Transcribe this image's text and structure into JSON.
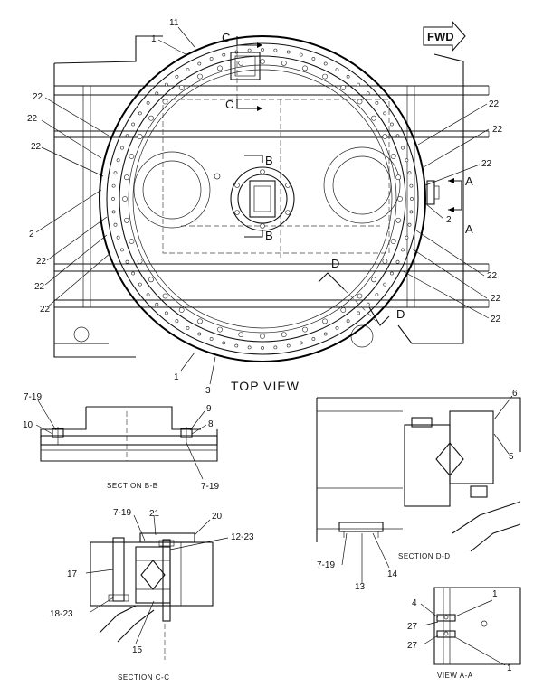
{
  "labels": {
    "fwd": "FWD",
    "top_view": "TOP VIEW",
    "section_bb": "SECTION B-B",
    "section_cc": "SECTION C-C",
    "section_dd": "SECTION D-D",
    "view_aa": "VIEW A-A",
    "cut_b": "B",
    "cut_c": "C",
    "cut_d": "D",
    "cut_a": "A"
  },
  "top_callouts": {
    "c11": "11",
    "c1_top": "1",
    "c22_l1": "22",
    "c22_l2": "22",
    "c22_l3": "22",
    "c2_left": "2",
    "c22_l4": "22",
    "c22_l5": "22",
    "c22_l6": "22",
    "c22_r1": "22",
    "c22_r2": "22",
    "c22_r3": "22",
    "c2_right": "2",
    "c22_r4": "22",
    "c22_r5": "22",
    "c22_r6": "22",
    "c1_bottom": "1",
    "c3": "3"
  },
  "bb_callouts": {
    "p719_tl": "7-19",
    "p10": "10",
    "p9": "9",
    "p8": "8",
    "p719_br": "7-19"
  },
  "cc_callouts": {
    "p719": "7-19",
    "p21": "21",
    "p20": "20",
    "p1223": "12-23",
    "p17": "17",
    "p1823": "18-23",
    "p15": "15"
  },
  "dd_callouts": {
    "p6": "6",
    "p5": "5",
    "p719": "7-19",
    "p13": "13",
    "p14": "14"
  },
  "aa_callouts": {
    "p1_top": "1",
    "p4": "4",
    "p27_a": "27",
    "p27_b": "27",
    "p1_bottom": "1"
  }
}
